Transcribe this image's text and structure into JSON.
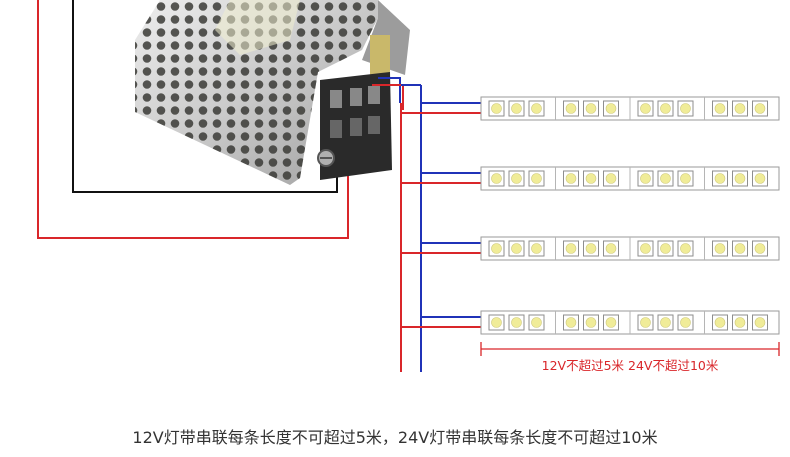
{
  "colors": {
    "positive_wire": "#d9262a",
    "negative_wire": "#2033b8",
    "frame_line": "#111111",
    "led_yellow": "#f0ec98",
    "strip_border": "#9a9a9a"
  },
  "diagram": {
    "strip_count": 4,
    "segments_per_strip": 4,
    "leds_per_segment": 3,
    "range_label": "12V不超过5米  24V不超过10米",
    "caption": "12V灯带串联每条长度不可超过5米，24V灯带串联每条长度不可超过10米"
  },
  "power_supply": {
    "icon": "switching-power-supply-image"
  }
}
